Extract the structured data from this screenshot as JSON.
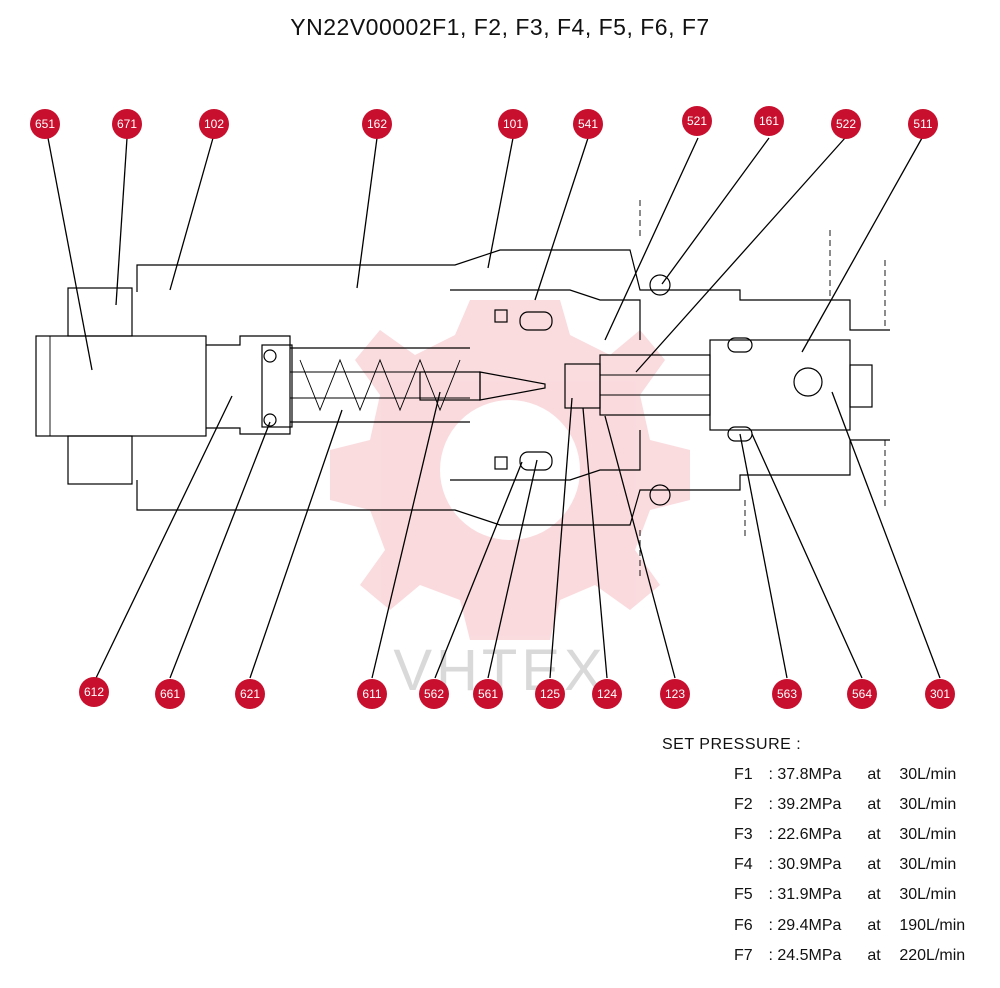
{
  "title": "YN22V00002F1, F2, F3, F4, F5, F6, F7",
  "watermark": "VHTEX",
  "callout_color": "#c8102e",
  "watermark_color": "#e63946",
  "callouts_top": [
    "651",
    "671",
    "102",
    "162",
    "101",
    "541",
    "521",
    "161",
    "522",
    "511"
  ],
  "callouts_bottom": [
    "612",
    "661",
    "621",
    "611",
    "562",
    "561",
    "125",
    "124",
    "123",
    "563",
    "564",
    "301"
  ],
  "pressure": {
    "heading": "SET PRESSURE :",
    "rows": [
      {
        "id": "F1",
        "sep": ":",
        "value": "37.8MPa",
        "at": "at",
        "flow": "30L/min"
      },
      {
        "id": "F2",
        "sep": ":",
        "value": "39.2MPa",
        "at": "at",
        "flow": "30L/min"
      },
      {
        "id": "F3",
        "sep": ":",
        "value": "22.6MPa",
        "at": "at",
        "flow": "30L/min"
      },
      {
        "id": "F4",
        "sep": ":",
        "value": "30.9MPa",
        "at": "at",
        "flow": "30L/min"
      },
      {
        "id": "F5",
        "sep": ":",
        "value": "31.9MPa",
        "at": "at",
        "flow": "30L/min"
      },
      {
        "id": "F6",
        "sep": ":",
        "value": "29.4MPa",
        "at": "at",
        "flow": "190L/min"
      },
      {
        "id": "F7",
        "sep": ":",
        "value": "24.5MPa",
        "at": "at",
        "flow": "220L/min"
      }
    ]
  }
}
